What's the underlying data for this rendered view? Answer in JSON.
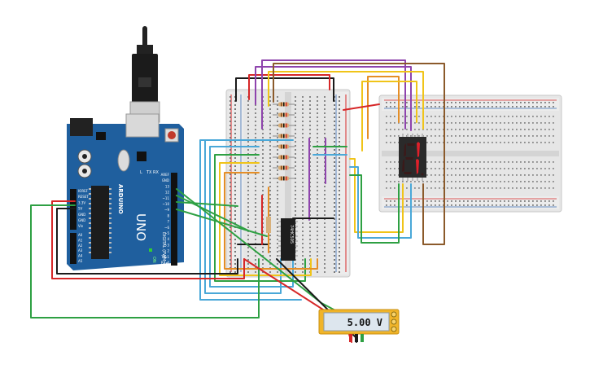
{
  "arduino": {
    "brand": "ARDUINO",
    "model": "UNO",
    "power_header": [
      "IOREF",
      "RESET",
      "3.3V",
      "5V",
      "GND",
      "GND",
      "Vin"
    ],
    "analog_header": [
      "A0",
      "A1",
      "A2",
      "A3",
      "A4",
      "A5"
    ],
    "power_label": "POWER",
    "analog_label": "ANALOG IN",
    "digital_header": [
      "AREF",
      "GND",
      "13",
      "12",
      "~11",
      "~10",
      "~9",
      "8",
      "7",
      "~6",
      "~5",
      "4",
      "~3",
      "2",
      "TX▸1",
      "RX◂0"
    ],
    "digital_label": "DIGITAL (PWM~)",
    "led_labels": [
      "L",
      "TX",
      "RX"
    ],
    "on_label": "ON"
  },
  "chip": {
    "label": "74HC595"
  },
  "seven_segment": {
    "digit": "1"
  },
  "multimeter": {
    "reading": "5.00 V"
  },
  "colors": {
    "board_blue": "#1f5f9e",
    "breadboard": "#e6e6e6",
    "wire_red": "#d62728",
    "wire_black": "#1a1a1a",
    "wire_green": "#2ea043",
    "wire_lightblue": "#4aa8d8",
    "wire_yellow": "#f0c419",
    "wire_purple": "#8e44ad",
    "wire_brown": "#8b5a2b",
    "wire_orange": "#e58e26",
    "meter_body": "#f0b429",
    "segment_on": "#e0202a"
  }
}
